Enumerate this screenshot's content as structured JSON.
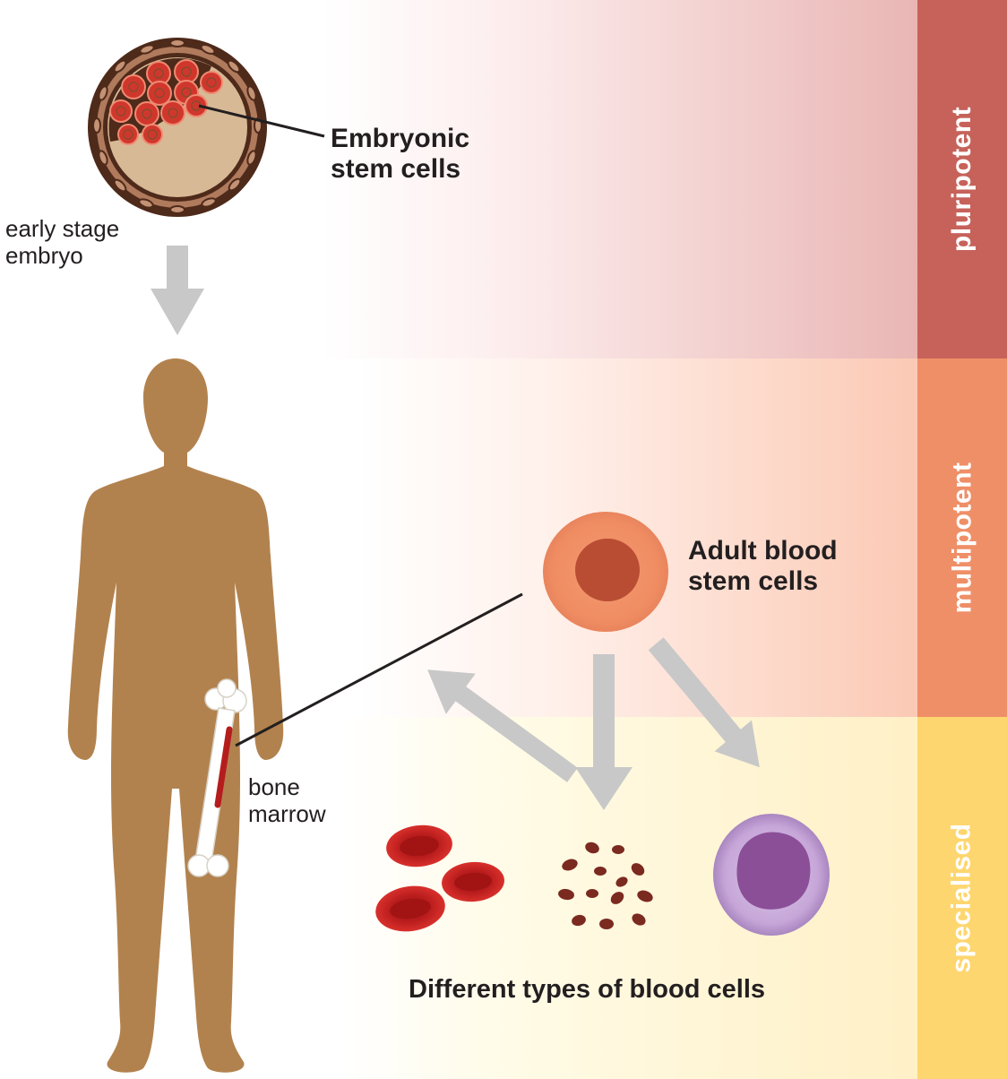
{
  "labels": {
    "embryonic_line1": "Embryonic",
    "embryonic_line2": "stem cells",
    "early_line1": "early stage",
    "early_line2": "embryo",
    "adult_line1": "Adult blood",
    "adult_line2": "stem cells",
    "bone_line1": "bone",
    "bone_line2": "marrow",
    "different_types": "Different types of blood cells"
  },
  "bands": [
    {
      "label": "pluripotent",
      "color": "#c6625a"
    },
    {
      "label": "multipotent",
      "color": "#ef8f68"
    },
    {
      "label": "specialised",
      "color": "#fed66f"
    }
  ],
  "colors": {
    "body_skin": "#b2824e",
    "red_cell": "#d22a2a",
    "platelet": "#7b2a20",
    "white_cell": "#c5a5d6",
    "white_nucleus": "#8b4f97",
    "stem_cell": "#ee8c62",
    "stem_nucleus": "#b94d33",
    "arrow_grey": "#c8c8c8"
  }
}
